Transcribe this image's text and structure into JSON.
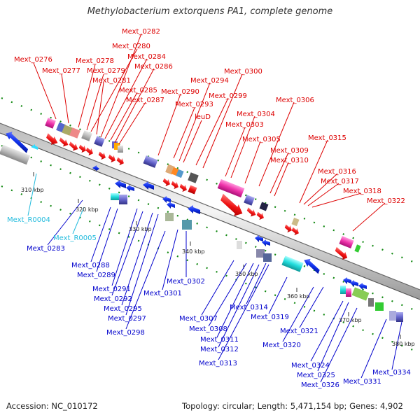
{
  "title": "Methylobacterium extorquens PA1, complete genome",
  "footer": {
    "accession": "Accession: NC_010172",
    "topology": "Topology: circular; Length: 5,471,154 bp; Genes: 4,902"
  },
  "colors": {
    "forward_label": "#dd0000",
    "reverse_label": "#0000cc",
    "rna_label": "#22bbdd",
    "forward_gene": "#ee1111",
    "reverse_gene": "#1133ee",
    "backbone": "#888888",
    "tick": "#118811"
  },
  "scale_ticks": [
    "310 kbp",
    "320 kbp",
    "330 kbp",
    "340 kbp",
    "350 kbp",
    "360 kbp",
    "370 kbp",
    "380 kbp"
  ],
  "forward_genes": [
    "Mext_0276",
    "Mext_0277",
    "Mext_0278",
    "Mext_0279",
    "Mext_0280",
    "Mext_0281",
    "Mext_0282",
    "Mext_0284",
    "Mext_0285",
    "Mext_0286",
    "Mext_0287",
    "Mext_0290",
    "Mext_0293",
    "Mext_0294",
    "leuD",
    "Mext_0299",
    "Mext_0300",
    "Mext_0303",
    "Mext_0304",
    "Mext_0305",
    "Mext_0306",
    "Mext_0309",
    "Mext_0310",
    "Mext_0315",
    "Mext_0316",
    "Mext_0317",
    "Mext_0318",
    "Mext_0322"
  ],
  "reverse_genes": [
    "Mext_0283",
    "Mext_0288",
    "Mext_0289",
    "Mext_0291",
    "Mext_0292",
    "Mext_0295",
    "Mext_0297",
    "Mext_0298",
    "Mext_0301",
    "Mext_0302",
    "Mext_0307",
    "Mext_0308",
    "Mext_0311",
    "Mext_0312",
    "Mext_0313",
    "Mext_0314",
    "Mext_0319",
    "Mext_0320",
    "Mext_0321",
    "Mext_0324",
    "Mext_0325",
    "Mext_0326",
    "Mext_0331",
    "Mext_0334"
  ],
  "rna_genes": [
    "Mext_R0004",
    "Mext_R0005"
  ]
}
